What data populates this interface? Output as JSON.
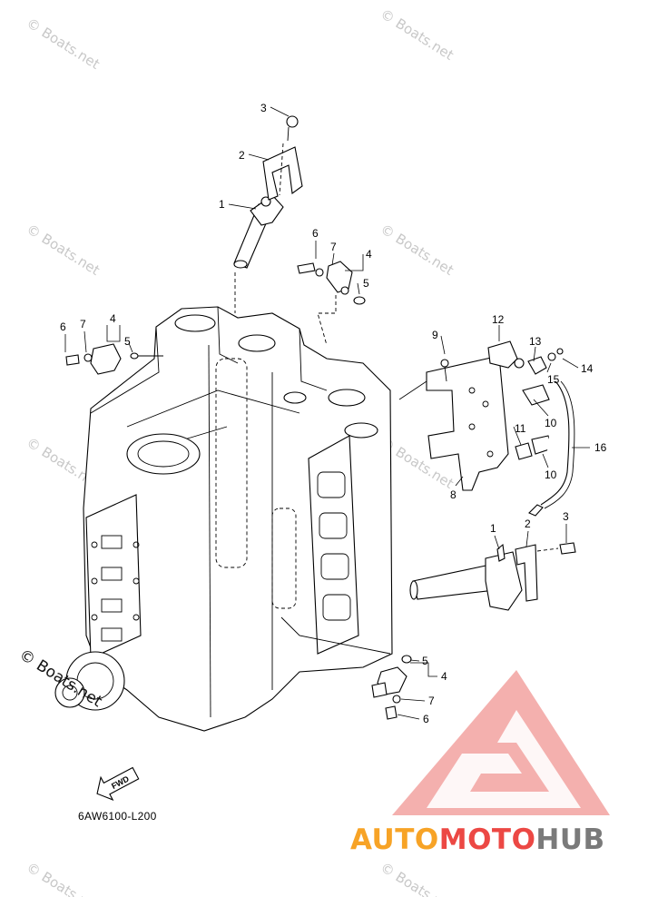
{
  "watermarks": [
    "© Boats.net",
    "© Boats.net",
    "© Boats.net",
    "© Boats.net",
    "© Boats.net",
    "© Boats.net",
    "© Boats.net",
    "© Boats.net"
  ],
  "corner_watermark": "© Boats.net",
  "diagram_code": "6AW6100-L200",
  "fwd_label": "FWD",
  "brand": {
    "part1": "AUTO",
    "part2": "MOTO",
    "part3": "HUB"
  },
  "colors": {
    "brand_orange": "#f7a326",
    "brand_red": "#ec4844",
    "brand_gray": "#7a7a7a",
    "logo_pink": "#f2a2a0"
  },
  "callouts": {
    "top_3": "3",
    "top_2": "2",
    "top_1": "1",
    "mid_6": "6",
    "mid_7": "7",
    "mid_4": "4",
    "mid_5": "5",
    "left_6": "6",
    "left_7": "7",
    "left_4": "4",
    "left_5": "5",
    "br_9": "9",
    "br_12": "12",
    "br_13": "13",
    "br_14": "14",
    "br_15": "15",
    "br_10a": "10",
    "br_11": "11",
    "br_10b": "10",
    "br_16": "16",
    "br_8": "8",
    "rc_1": "1",
    "rc_2": "2",
    "rc_3": "3",
    "bot_5": "5",
    "bot_4": "4",
    "bot_7": "7",
    "bot_6": "6"
  }
}
